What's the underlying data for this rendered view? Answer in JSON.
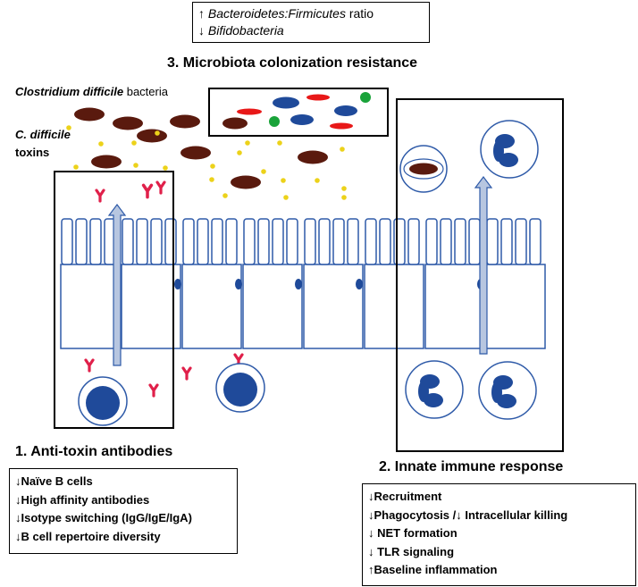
{
  "top_box": {
    "line1": {
      "arrow": "↑ ",
      "italic": "Bacteroidetes:Firmicutes",
      "rest": " ratio"
    },
    "line2": {
      "arrow": "↓ ",
      "italic": "Bifidobacteria"
    }
  },
  "titles": {
    "microbiota": "3. Microbiota colonization resistance",
    "antitoxin": "1. Anti-toxin antibodies",
    "innate": "2. Innate immune response"
  },
  "labels": {
    "bacteria": {
      "italic": "Clostridium difficile",
      "rest": " bacteria"
    },
    "toxins": {
      "italic": "C. difficile",
      "rest": "toxins"
    }
  },
  "antibody_effects": [
    "↓Naïve B cells",
    "↓High affinity antibodies",
    "↓Isotype switching (IgG/IgE/IgA)",
    "↓B cell repertoire diversity"
  ],
  "innate_effects": [
    "↓Recruitment",
    "↓Phagocytosis /↓ Intracellular killing",
    "↓ NET formation",
    "↓ TLR signaling",
    "↑Baseline inflammation"
  ],
  "colors": {
    "cdiff_bacteria": "#5a1a0e",
    "toxin": "#ecd21a",
    "antibody": "#e0204a",
    "cell_outline": "#2e5aa8",
    "nucleus": "#1f4a9a",
    "commensal_red": "#e81818",
    "commensal_green": "#1aa33a",
    "arrow_fill": "#b7c6e0"
  }
}
